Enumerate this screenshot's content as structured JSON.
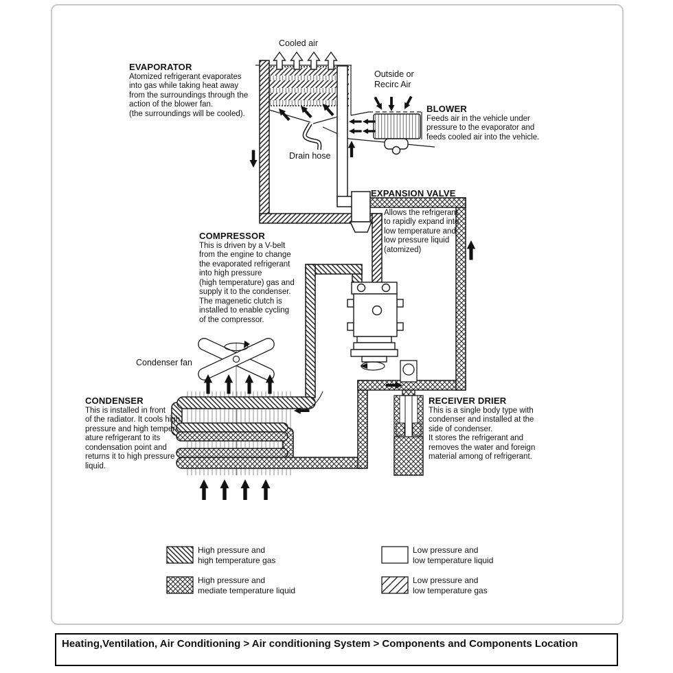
{
  "diagram": {
    "flow_labels": {
      "cooled_air": "Cooled air",
      "outside_recirc": "Outside or\nRecirc Air",
      "drain_hose": "Drain hose",
      "condenser_fan": "Condenser fan"
    },
    "components": {
      "evaporator": {
        "title": "EVAPORATOR",
        "desc": "Atomized refrigerant evaporates\ninto gas while taking heat away\nfrom the surroundings through the\naction of the blower fan.\n(the surroundings will be cooled)."
      },
      "blower": {
        "title": "BLOWER",
        "desc": "Feeds air in the vehicle under\npressure to the evaporator and\nfeeds cooled air into the vehicle."
      },
      "expansion_valve": {
        "title": "EXPANSION VALVE",
        "desc": "Allows the refrigerant\nto rapidly expand into\nlow temperature and\nlow pressure liquid\n(atomized)"
      },
      "compressor": {
        "title": "COMPRESSOR",
        "desc": "This is driven by a V-belt\nfrom the engine to change\nthe evaporated refrigerant\ninto high pressure\n(high temperature) gas and\nsupply it to the condenser.\nThe magenetic clutch is\ninstalled to enable cycling\nof the compressor."
      },
      "condenser": {
        "title": "CONDENSER",
        "desc": "This is installed in front\nof the radiator. It cools high\npressure and high temper-\nature refrigerant to its\ncondensation point and\nreturns it to high pressure\nliquid."
      },
      "receiver_drier": {
        "title": "RECEIVER DRIER",
        "desc": "This is a single body type with\ncondenser and installed at the\nside of condenser.\nIt stores the refrigerant and\nremoves the water and foreign\nmaterial among of refrigerant."
      }
    },
    "legend": {
      "items": [
        {
          "pattern": "diagonal-back-hatch",
          "label": "High pressure and\nhigh temperature gas"
        },
        {
          "pattern": "crosshatch",
          "label": "High pressure and\nmediate temperature liquid"
        },
        {
          "pattern": "plain-white",
          "label": "Low pressure and\nlow temperature liquid"
        },
        {
          "pattern": "diagonal-fwd-hatch",
          "label": "Low pressure and\nlow temperature gas"
        }
      ]
    }
  },
  "breadcrumb": {
    "text": "Heating,Ventilation, Air Conditioning > Air conditioning System > Components and Components Location"
  },
  "colors": {
    "line": "#1a1a1a",
    "frame_border": "#c9c9c9",
    "background": "#ffffff"
  }
}
